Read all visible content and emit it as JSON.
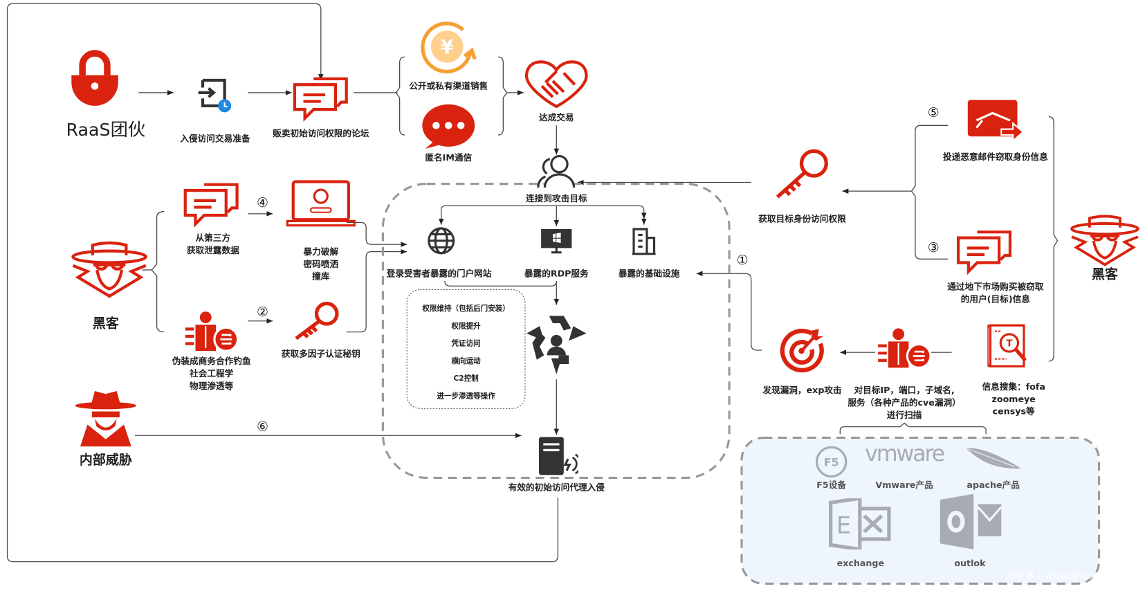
{
  "colors": {
    "accent": "#d9230f",
    "orange": "#f5a030",
    "icon_dark": "#333333",
    "product_gray": "#a7acb2",
    "product_box_fill": "#eef5fd",
    "dashed_border": "#999999"
  },
  "raas": {
    "title": "RaaS团伙",
    "prep": "入侵访问交易准备",
    "forum": "贩卖初始访问权限的论坛",
    "public_sale": "公开或私有渠道销售",
    "anon_im": "匿名IM通信",
    "deal": "达成交易"
  },
  "target": {
    "connect": "连接到攻击目标",
    "portal": "登录受害者暴露的门户网站",
    "rdp": "暴露的RDP服务",
    "infra": "暴露的基础设施",
    "post_actions": [
      "权限维持（包括后门安装）",
      "权限提升",
      "凭证访问",
      "横向运动",
      "C2控制",
      "进一步渗透等操作"
    ],
    "result": "有效的初始访问代理入侵"
  },
  "left": {
    "hacker": "黑客",
    "third_party": [
      "从第三方",
      "获取泄露数据"
    ],
    "brute": [
      "暴力破解",
      "密码喷洒",
      "撞库"
    ],
    "phish": [
      "伪装成商务合作钓鱼",
      "社会工程学",
      "物理渗透等"
    ],
    "mfa": "获取多因子认证秘钥",
    "insider": "内部威胁"
  },
  "right": {
    "hacker": "黑客",
    "identity": "获取目标身份访问权限",
    "email": "投递恶意邮件窃取身份信息",
    "market": [
      "通过地下市场购买被窃取",
      "的用户(目标)信息"
    ],
    "exploit": "发现漏洞，exp攻击",
    "scan": [
      "对目标IP，端口，子域名,",
      "服务（各种产品的cve漏洞）",
      "进行扫描"
    ],
    "recon": [
      "信息搜集：fofa",
      "zoomeye",
      "censys等"
    ]
  },
  "steps": {
    "s1": "①",
    "s2": "②",
    "s3": "③",
    "s4": "④",
    "s5": "⑤",
    "s6": "⑥"
  },
  "products": {
    "f5_logo": "F5",
    "f5": "F5设备",
    "vmware_logo": "vmware",
    "vmware": "Vmware产品",
    "apache": "apache产品",
    "exchange": "exchange",
    "outlook": "outlok"
  },
  "watermark": "安全客 ( www.anquank"
}
